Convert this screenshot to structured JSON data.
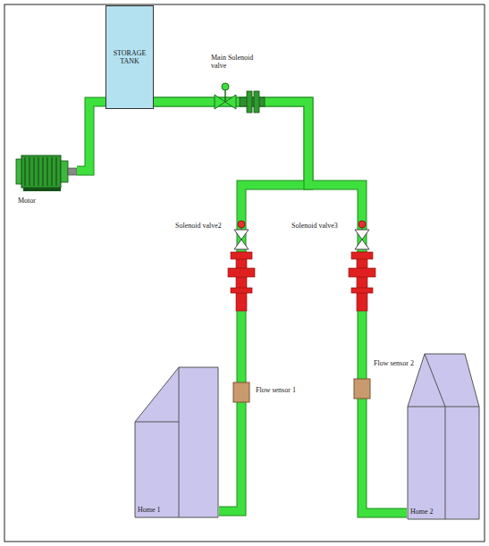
{
  "diagram": {
    "nodes": [
      {
        "text": [
          "STORAGE TANK"
        ]
      },
      {
        "text": [
          "Motor"
        ]
      },
      {
        "text": [
          "Home 1"
        ]
      },
      {
        "text": [
          "Home 2"
        ]
      }
    ],
    "edges": [
      {
        "from": 1,
        "to": 0,
        "arrow": "none"
      },
      {
        "from": 0,
        "to": 2,
        "arrow": "none"
      },
      {
        "from": 0,
        "to": 3,
        "arrow": "none"
      }
    ],
    "labels": [
      "Main Solenoid valve",
      "Solenoid valve2",
      "Solenoid valve3",
      "Flow sensor 1",
      "Flow sensor 2"
    ]
  }
}
